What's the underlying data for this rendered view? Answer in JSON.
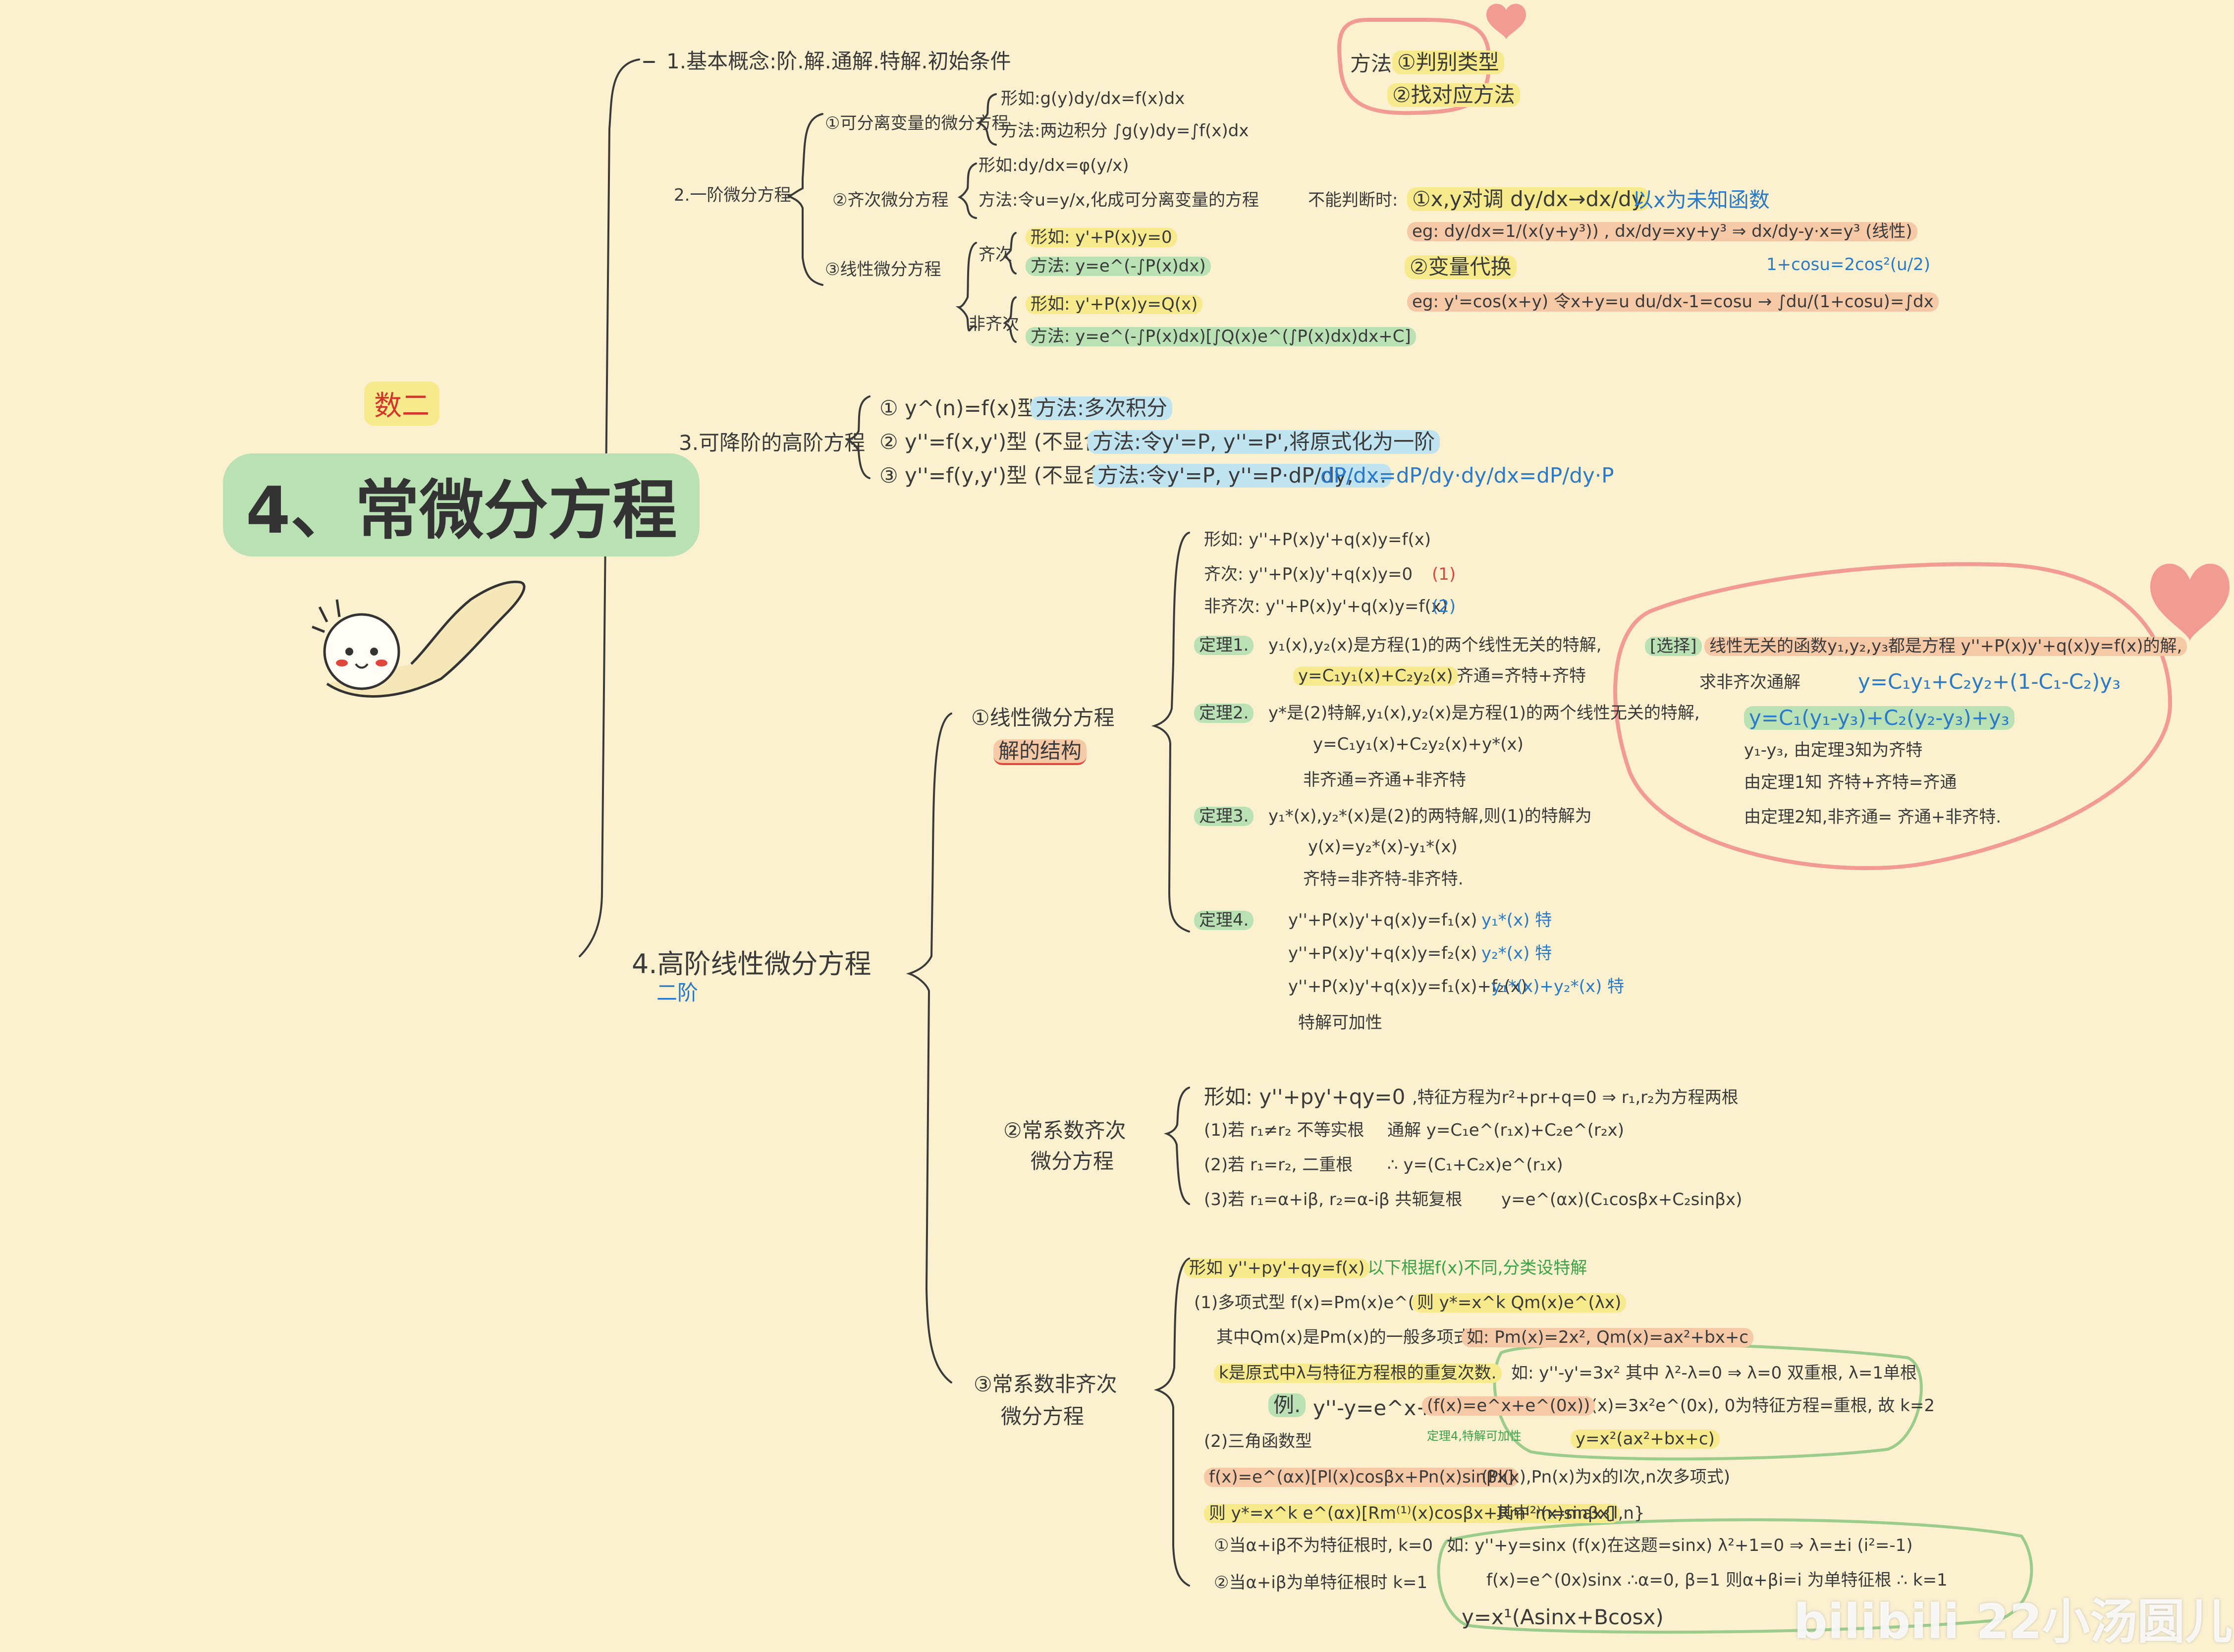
{
  "header": {
    "subject_tag": "数二",
    "title": "4、常微分方程",
    "watermark": "bilibili 22小汤圆儿"
  },
  "top_note": {
    "label": "方法:",
    "step1": "①判别类型",
    "step2": "②找对应方法"
  },
  "branches": {
    "b1": "1.基本概念:阶.解.通解.特解.初始条件",
    "b2": "2.一阶微分方程",
    "b2_1": "①可分离变量的微分方程",
    "b2_1_form": "形如:g(y)dy/dx=f(x)dx",
    "b2_1_method": "方法:两边积分 ∫g(y)dy=∫f(x)dx",
    "b2_2": "②齐次微分方程",
    "b2_2_form": "形如:dy/dx=φ(y/x)",
    "b2_2_method": "方法:令u=y/x,化成可分离变量的方程",
    "b2_3": "③线性微分方程",
    "b2_3_homo": "齐次",
    "b2_3_homo_form": "形如: y'+P(x)y=0",
    "b2_3_homo_method": "方法: y=e^(-∫P(x)dx)",
    "b2_3_nonhomo": "非齐次",
    "b2_3_nonhomo_form": "形如: y'+P(x)y=Q(x)",
    "b2_3_nonhomo_method": "方法: y=e^(-∫P(x)dx)[∫Q(x)e^(∫P(x)dx)dx+C]",
    "b3": "3.可降阶的高阶方程",
    "b3_1": "① y^(n)=f(x)型",
    "b3_1_method": "方法:多次积分",
    "b3_2": "② y''=f(x,y')型 (不显含y)",
    "b3_2_method": "方法:令y'=P, y''=P',将原式化为一阶",
    "b3_3": "③ y''=f(y,y')型 (不显含x)",
    "b3_3_method": "方法:令y'=P, y''=P·dP/dy, ....",
    "b3_3_note": "dP/dx=dP/dy·dy/dx=dP/dy·P",
    "b4": "4.高阶线性微分方程",
    "b4_sub": "二阶"
  },
  "side_note": {
    "label": "不能判断时:",
    "s1": "①x,y对调 dy/dx→dx/dy",
    "s1_tag": "以x为未知函数",
    "eg1": "eg: dy/dx=1/(x(y+y³)) , dx/dy=xy+y³ ⇒ dx/dy-y·x=y³ (线性)",
    "s2": "②变量代换",
    "eg2": "eg: y'=cos(x+y)  令x+y=u  du/dx-1=cosu → ∫du/(1+cosu)=∫dx",
    "eg2_hint": "1+cosu=2cos²(u/2)"
  },
  "linear": {
    "title": "①线性微分方程",
    "tag": "解的结构",
    "form": "形如: y''+P(x)y'+q(x)y=f(x)",
    "homo": "齐次: y''+P(x)y'+q(x)y=0",
    "homo_mark": "(1)",
    "nonhomo": "非齐次: y''+P(x)y'+q(x)y=f(x)",
    "nonhomo_mark": "(2)",
    "thm1": "定理1.",
    "thm1_text": "y₁(x),y₂(x)是方程(1)的两个线性无关的特解,",
    "thm1_formula": "y=C₁y₁(x)+C₂y₂(x)",
    "thm1_note": "齐通=齐特+齐特",
    "thm2": "定理2.",
    "thm2_text": "y*是(2)特解,y₁(x),y₂(x)是方程(1)的两个线性无关的特解,",
    "thm2_formula": "y=C₁y₁(x)+C₂y₂(x)+y*(x)",
    "thm2_note": "非齐通=齐通+非齐特",
    "thm3": "定理3.",
    "thm3_text": "y₁*(x),y₂*(x)是(2)的两特解,则(1)的特解为",
    "thm3_formula": "y(x)=y₂*(x)-y₁*(x)",
    "thm3_note": "齐特=非齐特-非齐特.",
    "thm4": "定理4.",
    "thm4_l1": "y''+P(x)y'+q(x)y=f₁(x)",
    "thm4_l1_r": "y₁*(x) 特",
    "thm4_l2": "y''+P(x)y'+q(x)y=f₂(x)",
    "thm4_l2_r": "y₂*(x) 特",
    "thm4_l3": "y''+P(x)y'+q(x)y=f₁(x)+f₂(x)",
    "thm4_l3_r": "y₁*(x)+y₂*(x) 特",
    "thm4_note": "特解可加性"
  },
  "choice_box": {
    "tag": "[选择]",
    "l1": "线性无关的函数y₁,y₂,y₃都是方程 y''+P(x)y'+q(x)y=f(x)的解,",
    "l2": "求非齐次通解",
    "l2_formula": "y=C₁y₁+C₂y₂+(1-C₁-C₂)y₃",
    "l3": "y=C₁(y₁-y₃)+C₂(y₂-y₃)+y₃",
    "l4": "y₁-y₃, 由定理3知为齐特",
    "l5": "由定理1知 齐特+齐特=齐通",
    "l6": "由定理2知,非齐通= 齐通+非齐特."
  },
  "const_homo": {
    "title1": "②常系数齐次",
    "title2": "微分方程",
    "form": "形如: y''+py'+qy=0",
    "char": ",特征方程为r²+pr+q=0 ⇒ r₁,r₂为方程两根",
    "c1": "(1)若 r₁≠r₂  不等实根",
    "c1_sol": "通解 y=C₁e^(r₁x)+C₂e^(r₂x)",
    "c2": "(2)若 r₁=r₂, 二重根",
    "c2_sol": "∴ y=(C₁+C₂x)e^(r₁x)",
    "c3": "(3)若 r₁=α+iβ, r₂=α-iβ  共轭复根",
    "c3_sol": "y=e^(αx)(C₁cosβx+C₂sinβx)"
  },
  "const_nonhomo": {
    "title1": "③常系数非齐次",
    "title2": "微分方程",
    "form": "形如 y''+py'+qy=f(x)",
    "form_note": "以下根据f(x)不同,分类设特解",
    "t1": "(1)多项式型  f(x)=Pm(x)e^(λx)",
    "t1_set": "则 y*=x^k Qm(x)e^(λx)",
    "t1_qm": "其中Qm(x)是Pm(x)的一般多项式形式",
    "t1_qm_eg": "如: Pm(x)=2x², Qm(x)=ax²+bx+c",
    "t1_k": "k是原式中λ与特征方程根的重复次数.",
    "t1_eg_box1": "如: y''-y'=3x²  其中 λ²-λ=0 ⇒ λ=0 双重根, λ=1单根",
    "t1_eg_box2": "原式 f(x)=3x²e^(0x), 0为特征方程=重根, 故 k=2",
    "t1_eg_box3": "y=x²(ax²+bx+c)",
    "t1_eg2_tag": "例.",
    "t1_eg2": "y''-y=e^x+1",
    "t1_eg2_f": "(f(x)=e^x+e^(0x))",
    "t1_eg2_note": "定理4,特解可加性",
    "t2": "(2)三角函数型",
    "t2_f": "f(x)=e^(αx)[Pl(x)cosβx+Pn(x)sinβx]",
    "t2_f_note": "(Pl(x),Pn(x)为x的l次,n次多项式)",
    "t2_set": "则 y*=x^k e^(αx)[Rm⁽¹⁾(x)cosβx+Rm⁽²⁾(x)sinβx]",
    "t2_m": "其中 m=max{l,n}",
    "t2_k0": "①当α+iβ不为特征根时, k=0",
    "t2_k1": "②当α+iβ为单特征根时  k=1",
    "t2_box1": "如: y''+y=sinx   (f(x)在这题=sinx)  λ²+1=0 ⇒ λ=±i  (i²=-1)",
    "t2_box2": "f(x)=e^(0x)sinx  ∴α=0, β=1  则α+βi=i  为单特征根 ∴ k=1",
    "t2_box3": "y=x¹(Asinx+Bcosx)"
  }
}
